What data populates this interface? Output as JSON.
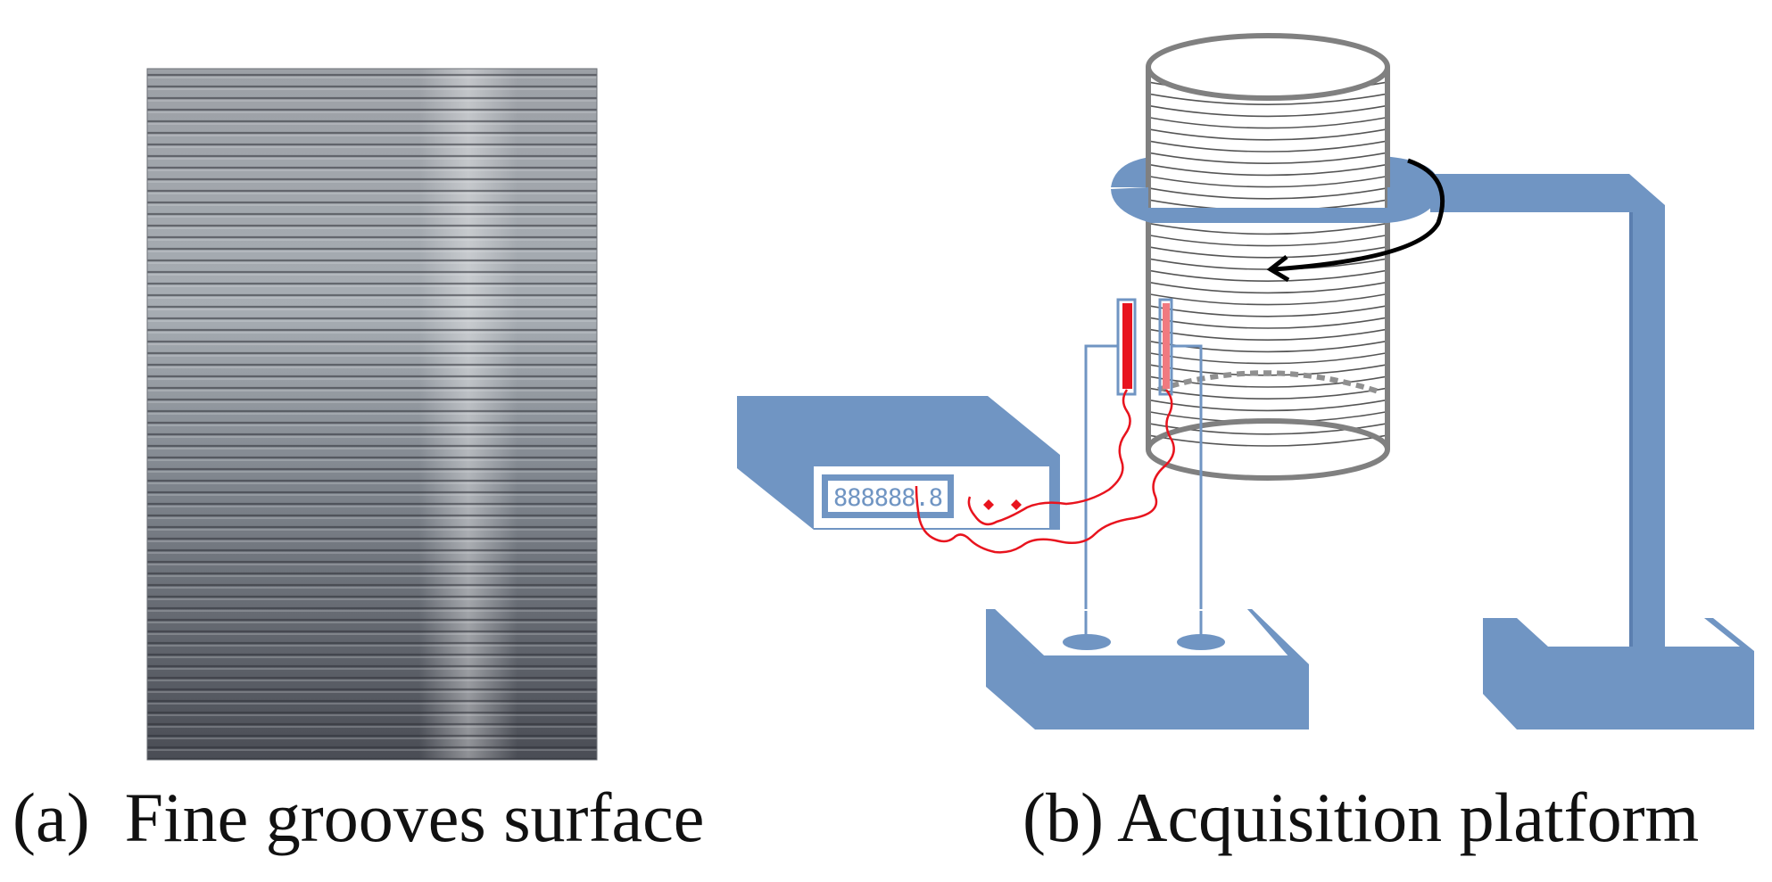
{
  "captions": {
    "a": "(a)  Fine grooves surface",
    "b": "(b) Acquisition platform"
  },
  "display_readout": "888888.8",
  "colors": {
    "apparatus": "#7095c3",
    "cylinder_outline": "#808080",
    "sensor": "#e8141e",
    "sensor_light": "#f07a80",
    "wire": "#e8141e",
    "arrow": "#000000",
    "metal_dark": "#5d6068",
    "metal_light": "#aab0b6"
  }
}
